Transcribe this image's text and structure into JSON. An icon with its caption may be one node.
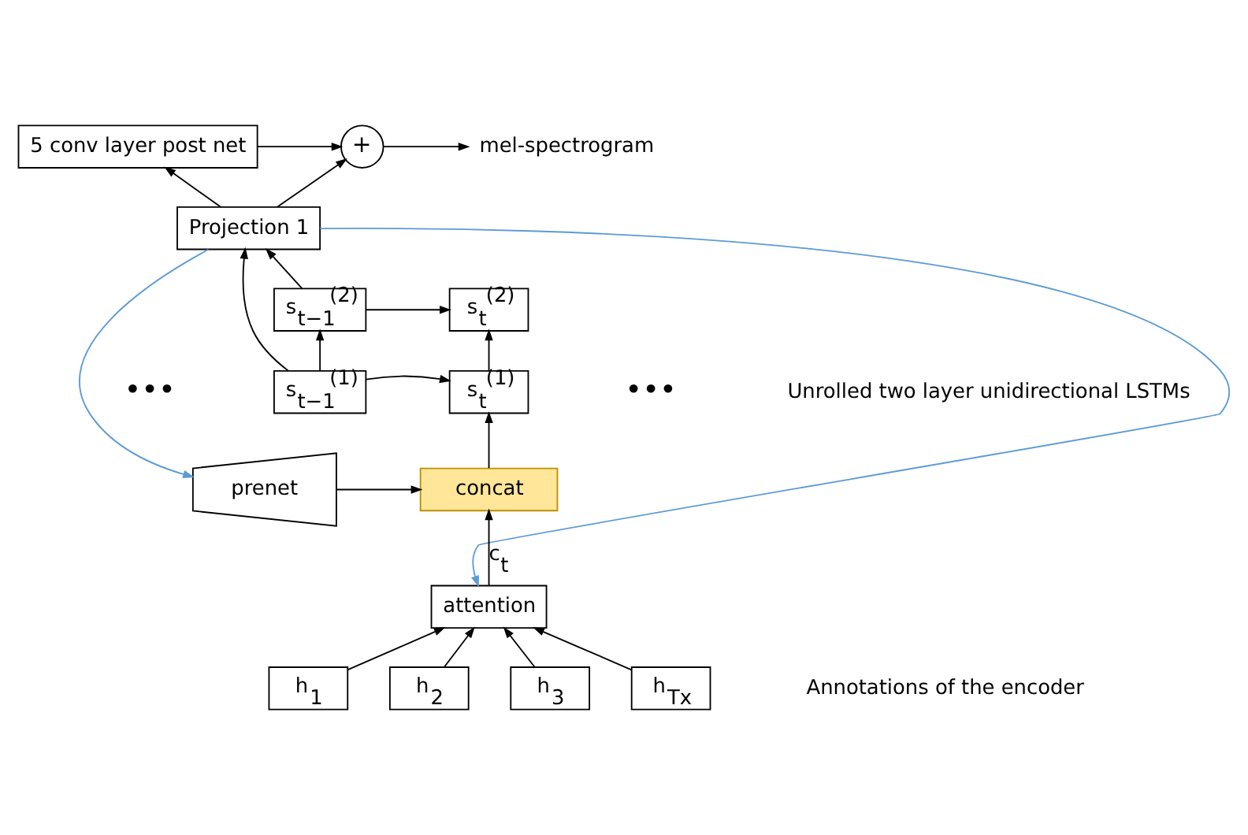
{
  "diagram": {
    "nodes": [
      {
        "text": [
          "5 conv layer post net"
        ]
      },
      {
        "text": [
          "+"
        ]
      },
      {
        "text": [
          "mel-spectrogram"
        ]
      },
      {
        "text": [
          "Projection 1"
        ]
      },
      {
        "text": [
          "s$_{t−1}$$^{(2)}$"
        ]
      },
      {
        "text": [
          "s$_{t}$$^{(2)}$"
        ]
      },
      {
        "text": [
          "s$_{t−1}$$^{(1)}$"
        ]
      },
      {
        "text": [
          "s$_{t}$$^{(1)}$"
        ]
      },
      {
        "text": [
          "prenet"
        ]
      },
      {
        "text": [
          "concat"
        ]
      },
      {
        "text": [
          "attention"
        ]
      },
      {
        "text": [
          "h$_{1}$"
        ]
      },
      {
        "text": [
          "h$_{2}$"
        ]
      },
      {
        "text": [
          "h$_{3}$"
        ]
      },
      {
        "text": [
          "h$_{Tx}$"
        ]
      }
    ],
    "edges": [
      {
        "from": 0,
        "to": 1,
        "arrow": "to"
      },
      {
        "from": 3,
        "to": 1,
        "arrow": "to"
      },
      {
        "from": 1,
        "to": 2,
        "arrow": "to"
      },
      {
        "from": 3,
        "to": 0,
        "arrow": "to"
      },
      {
        "from": 4,
        "to": 3,
        "arrow": "to"
      },
      {
        "from": 6,
        "to": 3,
        "arrow": "to"
      },
      {
        "from": 4,
        "to": 5,
        "arrow": "to"
      },
      {
        "from": 6,
        "to": 4,
        "arrow": "to"
      },
      {
        "from": 6,
        "to": 7,
        "arrow": "to"
      },
      {
        "from": 7,
        "to": 5,
        "arrow": "to"
      },
      {
        "from": 3,
        "to": 8,
        "arrow": "to",
        "color": "#5b9bd5"
      },
      {
        "from": 3,
        "to": 10,
        "arrow": "to",
        "color": "#5b9bd5"
      },
      {
        "from": 8,
        "to": 9,
        "arrow": "to"
      },
      {
        "from": 9,
        "to": 7,
        "arrow": "to"
      },
      {
        "from": 10,
        "to": 9,
        "arrow": "to",
        "label": "c$_{t}$"
      },
      {
        "from": 11,
        "to": 10,
        "arrow": "to"
      },
      {
        "from": 12,
        "to": 10,
        "arrow": "to"
      },
      {
        "from": 13,
        "to": 10,
        "arrow": "to"
      },
      {
        "from": 14,
        "to": 10,
        "arrow": "to"
      }
    ],
    "labels": [
      "•••",
      "•••",
      "Unrolled two layer unidirectional LSTMs",
      "Annotations of the encoder"
    ]
  }
}
